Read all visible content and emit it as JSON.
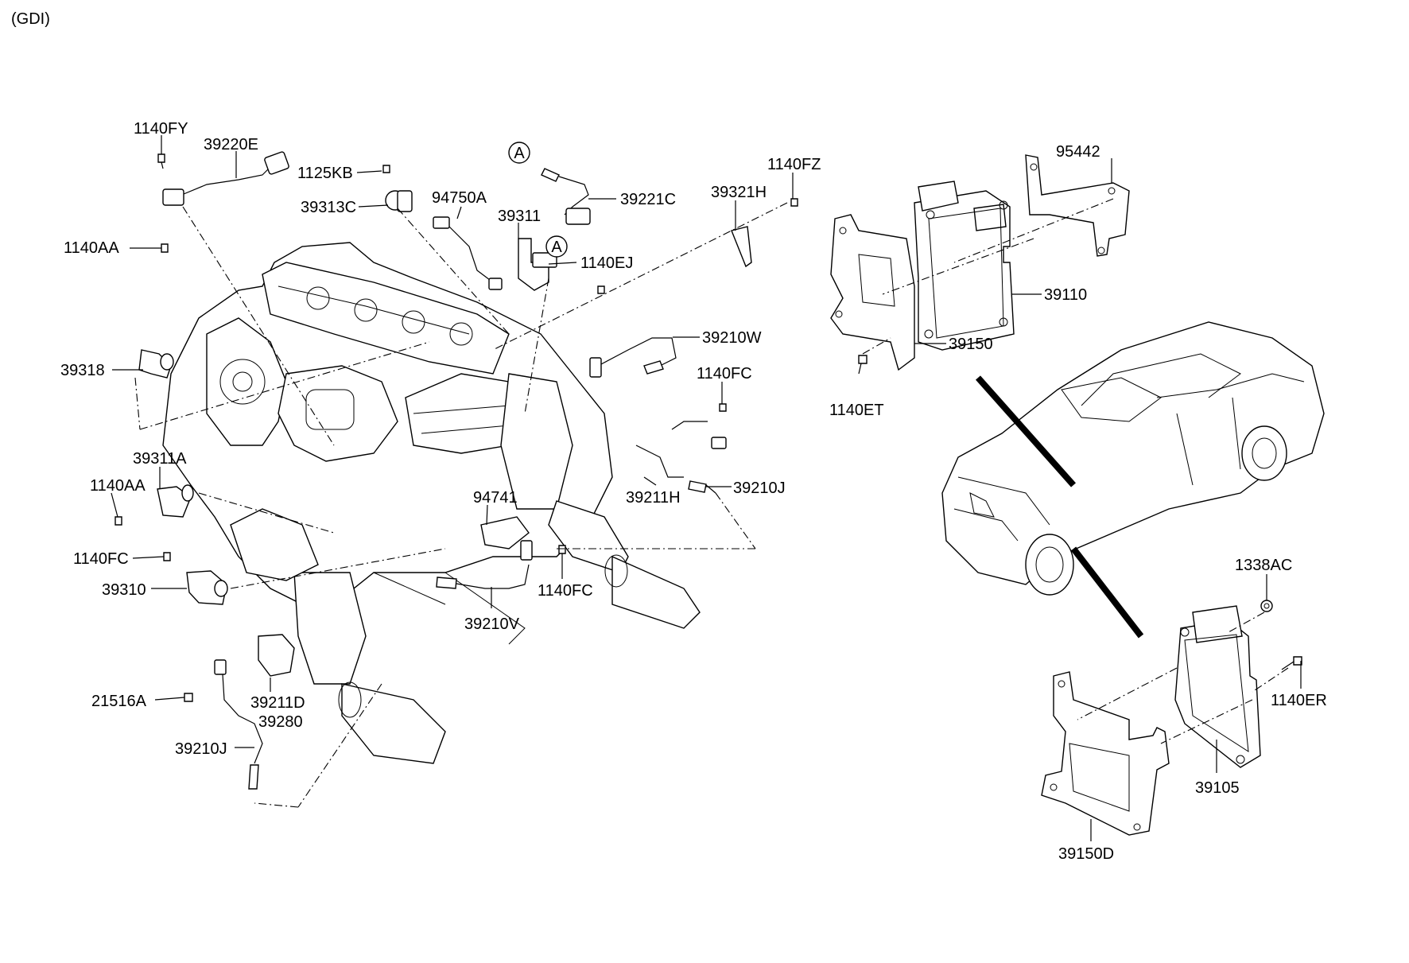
{
  "header": {
    "variant": "(GDI)"
  },
  "callouts": {
    "c1140FY": "1140FY",
    "c39220E": "39220E",
    "c1125KB": "1125KB",
    "c39313C": "39313C",
    "c94750A": "94750A",
    "c39221C": "39221C",
    "c39311": "39311",
    "c1140EJ": "1140EJ",
    "c39321H": "39321H",
    "c1140FZ": "1140FZ",
    "c95442": "95442",
    "c39110": "39110",
    "c39150": "39150",
    "c1140ET": "1140ET",
    "c1140AA_top": "1140AA",
    "c39318": "39318",
    "c39210W": "39210W",
    "c1140FC_right": "1140FC",
    "c39311A": "39311A",
    "c1140AA_mid": "1140AA",
    "c94741": "94741",
    "c39211H": "39211H",
    "c39210J_right": "39210J",
    "c1140FC_left": "1140FC",
    "c39310": "39310",
    "c1140FC_mid": "1140FC",
    "c39210V": "39210V",
    "c21516A": "21516A",
    "c39211D": "39211D",
    "c39280": "39280",
    "c39210J_left": "39210J",
    "c1338AC": "1338AC",
    "c1140ER": "1140ER",
    "c39105": "39105",
    "c39150D": "39150D",
    "ref_a_top": "A",
    "ref_a_bottom": "A"
  }
}
